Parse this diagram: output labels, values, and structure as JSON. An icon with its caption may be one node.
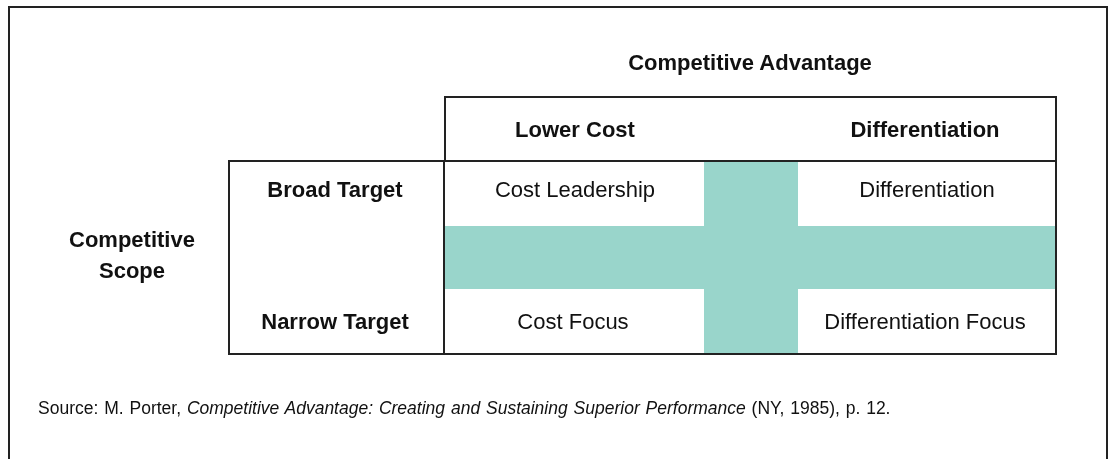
{
  "diagram": {
    "caption": "Source: M. Porter, *Competitive Advantage: Creating and Sustaining Superior Performance* (NY, 1985), p. 12.",
    "labels": [
      "Competitive Advantage",
      "Lower Cost",
      "Differentiation",
      "Broad Target",
      "Cost Leadership",
      "Differentiation",
      "Competitive Scope",
      "Narrow Target",
      "Cost Focus",
      "Differentiation Focus"
    ]
  }
}
